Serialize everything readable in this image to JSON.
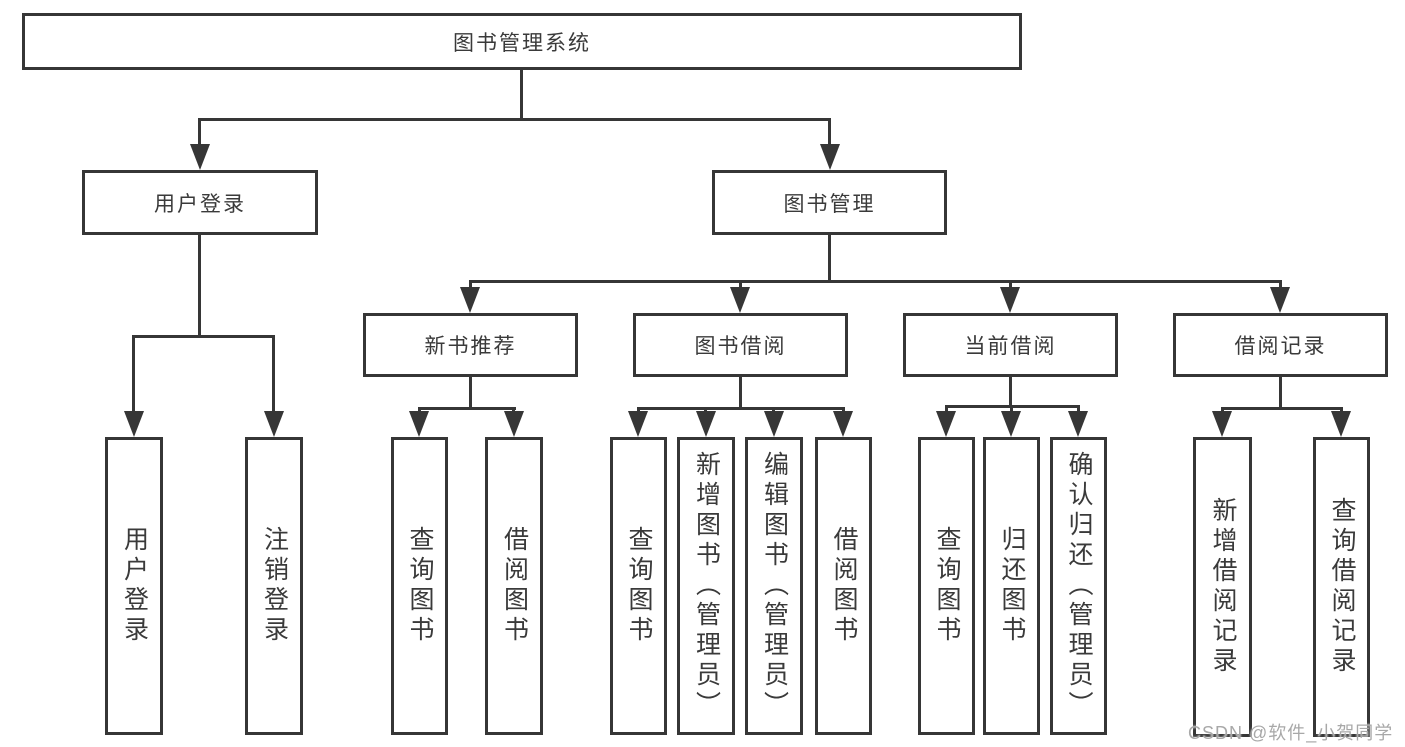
{
  "colors": {
    "line": "#363636",
    "border": "#363636",
    "text": "#3a3a3a",
    "watermark": "#a8a8a8",
    "background": "#ffffff"
  },
  "watermark": {
    "text": "CSDN @软件_小贺同学"
  },
  "tree": {
    "root": {
      "label": "图书管理系统"
    },
    "branches": [
      {
        "label": "用户登录",
        "children": [
          {
            "label": "用户登录"
          },
          {
            "label": "注销登录"
          }
        ]
      },
      {
        "label": "图书管理",
        "children": [
          {
            "label": "新书推荐",
            "children": [
              {
                "label": "查询图书"
              },
              {
                "label": "借阅图书"
              }
            ]
          },
          {
            "label": "图书借阅",
            "children": [
              {
                "label": "查询图书"
              },
              {
                "label": "新增图书（管理员）"
              },
              {
                "label": "编辑图书（管理员）"
              },
              {
                "label": "借阅图书"
              }
            ]
          },
          {
            "label": "当前借阅",
            "children": [
              {
                "label": "查询图书"
              },
              {
                "label": "归还图书"
              },
              {
                "label": "确认归还（管理员）"
              }
            ]
          },
          {
            "label": "借阅记录",
            "children": [
              {
                "label": "新增借阅记录"
              },
              {
                "label": "查询借阅记录"
              }
            ]
          }
        ]
      }
    ]
  }
}
